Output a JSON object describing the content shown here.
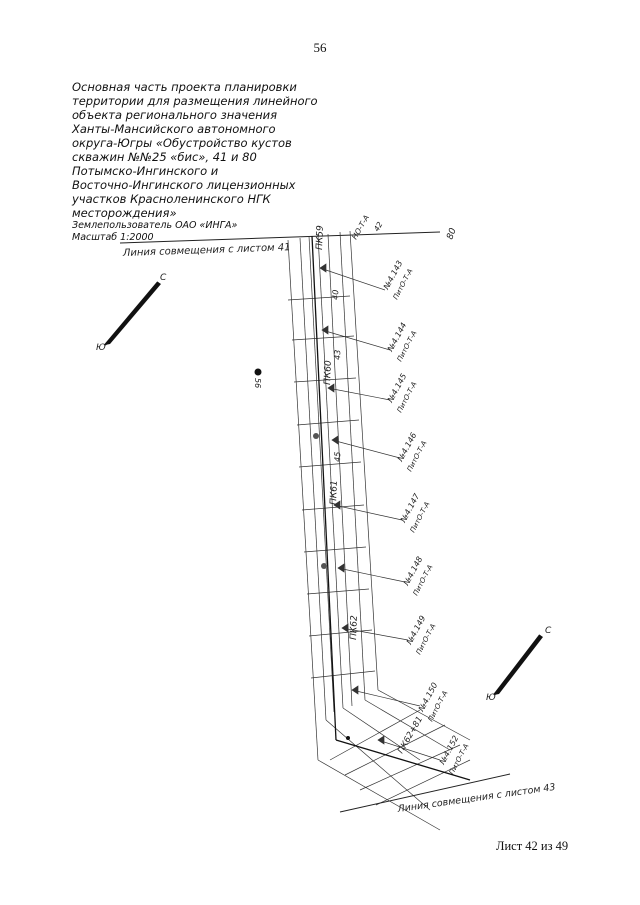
{
  "page": {
    "number": "56",
    "sheet": "Лист 42 из 49"
  },
  "title_block": {
    "lines": [
      "Основная часть проекта планировки",
      "территории для размещения линейного",
      "объекта регионального значения",
      "Ханты-Мансийского автономного",
      "округа-Югры «Обустройство кустов",
      "скважин №№25 «бис», 41 и 80",
      "Потымско-Ингинского и",
      "Восточно-Ингинского лицензионных",
      "участков Красноленинского НГК",
      "месторождения»",
      "Землепользователь ОАО «ИНГА»",
      "Масштаб 1:2000"
    ]
  },
  "map": {
    "match_lines": {
      "top": "Линия совмещения с листом 41",
      "bottom": "Линия совмещения с листом 43"
    },
    "pickets": [
      "ПК59",
      "ПК60",
      "ПК61",
      "ПК62",
      "ПК62+81"
    ],
    "node_labels": [
      "№4.143",
      "№4.144",
      "№4.145",
      "№4.146",
      "№4.147",
      "№4.148",
      "№4.149",
      "№4.150",
      "№4.152"
    ],
    "node_codes": [
      "ПитО-Т-А",
      "ПитО-Т-А",
      "ПитО-Т-А",
      "ПитО-Т-А",
      "ПитО-Т-А",
      "ПитО-Т-А",
      "ПитО-Т-А",
      "ПитО-Т-А",
      "ПитО-Т-А"
    ],
    "small_labels": [
      "НО-Т-А",
      "42",
      "80",
      "С",
      "Ю",
      "56",
      "45",
      "43",
      "40"
    ],
    "north_arrow_letters": [
      "С",
      "Ю"
    ]
  },
  "colors": {
    "line": "#222222",
    "background": "#ffffff"
  }
}
